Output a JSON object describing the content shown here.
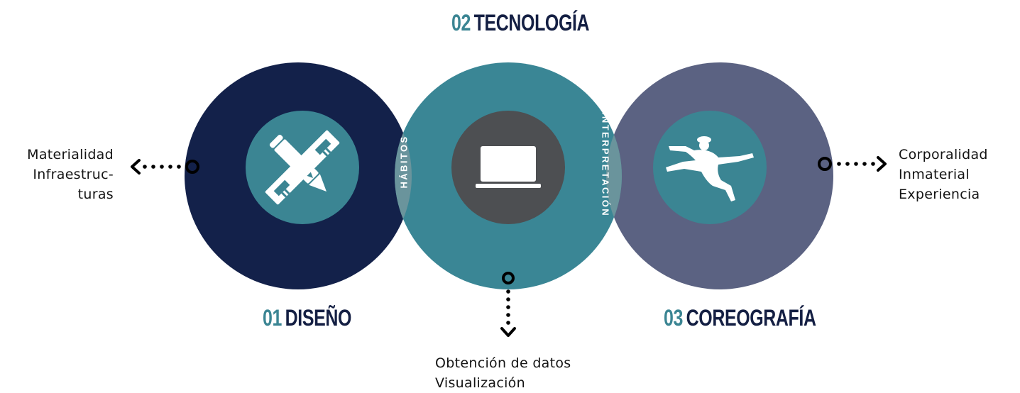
{
  "colors": {
    "navy": "#13214a",
    "teal": "#3a8695",
    "slate": "#5b6282",
    "lens": "#6a949c",
    "teal_inner": "#3b8593",
    "dark_inner": "#4d4f52",
    "number_accent": "#3b8593",
    "title_text": "#141f43"
  },
  "stages": [
    {
      "number": "01",
      "name": "DISEÑO",
      "icon": "pencil-ruler-icon"
    },
    {
      "number": "02",
      "name": "TECNOLOGÍA",
      "icon": "laptop-icon"
    },
    {
      "number": "03",
      "name": "COREOGRAFÍA",
      "icon": "dancer-icon"
    }
  ],
  "overlaps": {
    "left": "HÁBITOS",
    "right": "INTERPRETACIÓN"
  },
  "notes": {
    "left": [
      "Materialidad",
      "Infraestruc-",
      "turas"
    ],
    "right": [
      "Corporalidad",
      "Inmaterial",
      "Experiencia"
    ],
    "bottom": [
      "Obtención de datos",
      "Visualización"
    ]
  },
  "connector_icons": [
    "left-arrow-icon",
    "right-arrow-icon",
    "down-arrow-icon"
  ]
}
